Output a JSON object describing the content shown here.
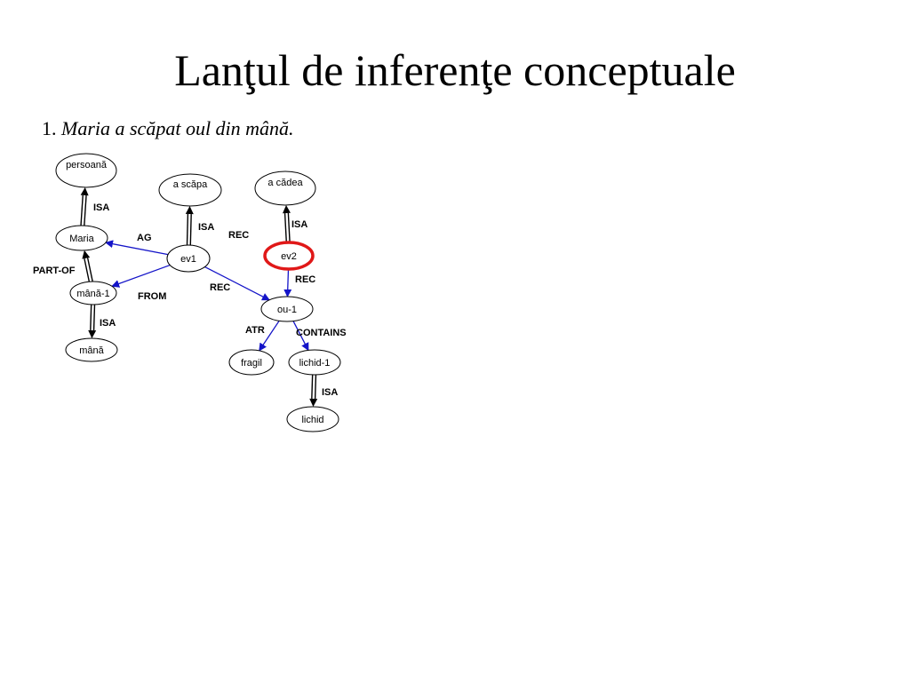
{
  "slide": {
    "title": "Lanţul de inferenţe conceptuale",
    "sentence_number": "1.",
    "sentence_text": "Maria a scăpat oul din mână."
  },
  "colors": {
    "blue_edge": "#1414c8",
    "black_edge": "#000000",
    "highlight": "#e01818"
  },
  "nodes": [
    {
      "id": "persoana",
      "label": "persoană",
      "highlight": false
    },
    {
      "id": "maria",
      "label": "Maria",
      "highlight": false
    },
    {
      "id": "mana1",
      "label": "mână-1",
      "highlight": false
    },
    {
      "id": "mana",
      "label": "mână",
      "highlight": false
    },
    {
      "id": "ascapa",
      "label": "a scăpa",
      "highlight": false
    },
    {
      "id": "ev1",
      "label": "ev1",
      "highlight": false
    },
    {
      "id": "acadea",
      "label": "a cădea",
      "highlight": false
    },
    {
      "id": "ev2",
      "label": "ev2",
      "highlight": true
    },
    {
      "id": "ou1",
      "label": "ou-1",
      "highlight": false
    },
    {
      "id": "fragil",
      "label": "fragil",
      "highlight": false
    },
    {
      "id": "lichid1",
      "label": "lichid-1",
      "highlight": false
    },
    {
      "id": "lichid",
      "label": "lichid",
      "highlight": false
    }
  ],
  "edges": [
    {
      "from": "maria",
      "to": "persoana",
      "style": "double",
      "label": "ISA"
    },
    {
      "from": "mana1",
      "to": "maria",
      "style": "double",
      "label": "PART-OF"
    },
    {
      "from": "mana1",
      "to": "mana",
      "style": "double",
      "label": "ISA"
    },
    {
      "from": "ev1",
      "to": "ascapa",
      "style": "double",
      "label": "ISA"
    },
    {
      "from": "ev1",
      "to": "maria",
      "style": "blue",
      "label": "AG"
    },
    {
      "from": "ev1",
      "to": "mana1",
      "style": "blue",
      "label": "FROM"
    },
    {
      "from": "ev1",
      "to": "ou1",
      "style": "blue",
      "label": "REC"
    },
    {
      "from": "ev2",
      "to": "acadea",
      "style": "double",
      "label": "ISA"
    },
    {
      "from": "ev2",
      "to": "ou1",
      "style": "blue",
      "label": "REC"
    },
    {
      "from": "ou1",
      "to": "fragil",
      "style": "blue",
      "label": "ATR"
    },
    {
      "from": "ou1",
      "to": "lichid1",
      "style": "blue",
      "label": "CONTAINS"
    },
    {
      "from": "lichid1",
      "to": "lichid",
      "style": "double",
      "label": "ISA"
    }
  ],
  "floating_labels": [
    {
      "id": "rec-top",
      "label": "REC"
    }
  ]
}
